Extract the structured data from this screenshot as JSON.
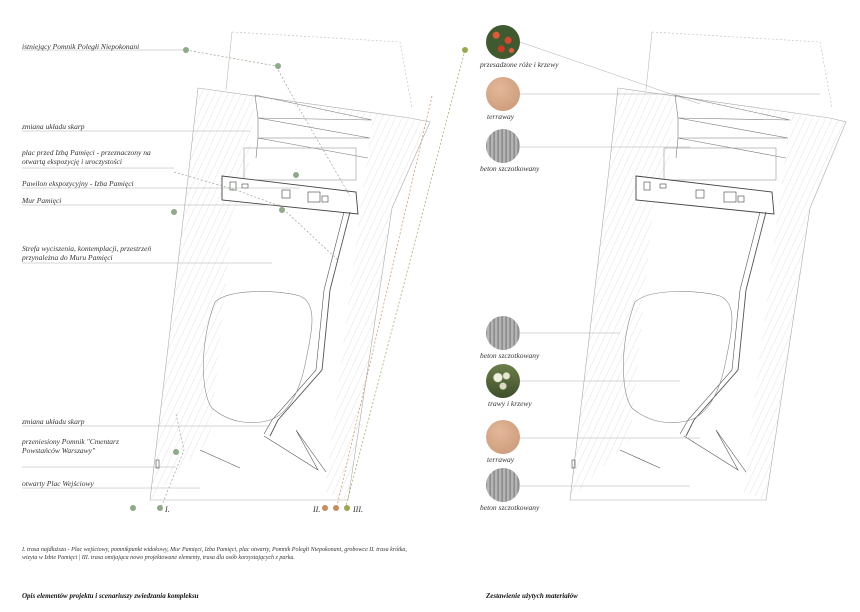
{
  "left_panel": {
    "labels": [
      {
        "id": "existing-monument",
        "text": "istniejący Pomnik Poległi Niepokonani"
      },
      {
        "id": "slope-change-top",
        "text": "zmiana układu skarp"
      },
      {
        "id": "square-front",
        "text": "plac przed Izbą Pamięci - przeznaczony na otwartą ekspozycję i uroczystości"
      },
      {
        "id": "pavilion",
        "text": "Pawilon ekspozycyjny - Izba Pamięci"
      },
      {
        "id": "memorial-wall",
        "text": "Mur Pamięci"
      },
      {
        "id": "silence-zone",
        "text": "Strefa wyciszenia, kontemplacji, przestrzeń przynależna do Muru Pamięci"
      },
      {
        "id": "slope-change-bottom",
        "text": "zmiana układu skarp"
      },
      {
        "id": "moved-monument",
        "text": "przeniesiony Pomnik \"Cmentarz Powstańców Warszawy\""
      },
      {
        "id": "entrance-square",
        "text": "otwarty Plac Wejściowy"
      }
    ],
    "routes": [
      "I.",
      "II.",
      "III."
    ],
    "caption": "I. trasa najdłuższa - Plac wejściowy, pomnikpunkt widokowy, Mur Pamięci, Izba Pamięci, plac otwarty, Pomnik Poległi Niepokonani, grobowce    II. trasa krótka, wizyta w Izbie Pamięci   |   III. trasa omijająca nowo projektowane elementy, trasa dla osób korzystających z parku.",
    "title": "Opis elementów projektu i scenariuszy zwiedzania kompleksu"
  },
  "right_panel": {
    "materials": [
      {
        "label": "przesadzone róże i krzewy",
        "color": "#b9402e",
        "kind": "roses"
      },
      {
        "label": "terraway",
        "color": "#d6a582",
        "kind": "terraway"
      },
      {
        "label": "beton szczotkowany",
        "color": "#9c9c9c",
        "kind": "concrete"
      },
      {
        "label": "beton szczotkowany",
        "color": "#9c9c9c",
        "kind": "concrete"
      },
      {
        "label": "trawy i krzewy",
        "color": "#7d8a5a",
        "kind": "grass"
      },
      {
        "label": "terraway",
        "color": "#d6a582",
        "kind": "terraway"
      },
      {
        "label": "beton szczotkowany",
        "color": "#9c9c9c",
        "kind": "concrete"
      }
    ],
    "title": "Zestawienie użytych materiałów"
  },
  "colors": {
    "route_1": "#8fa98a",
    "route_2": "#c98d5c",
    "route_3": "#9aa84e",
    "line": "#8a8a8a"
  }
}
